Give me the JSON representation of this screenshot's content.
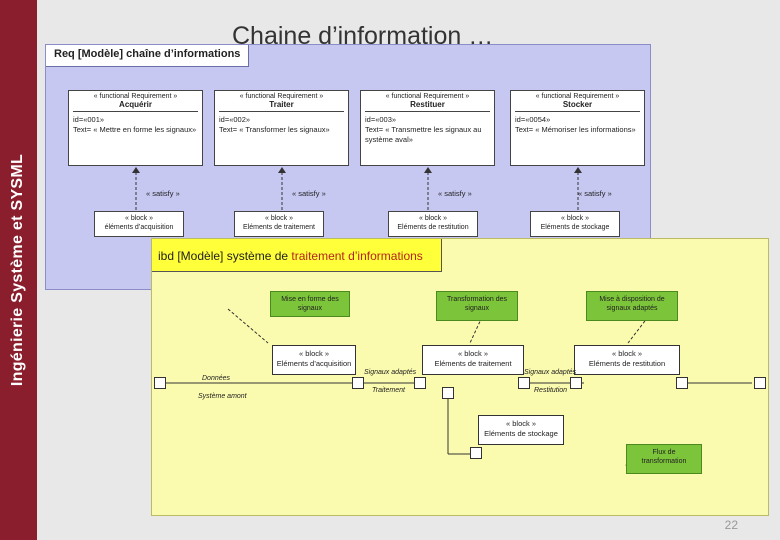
{
  "sidebar": {
    "text": "Ingénierie Système et SYSML"
  },
  "slide": {
    "title": "Chaine d’information …",
    "page_number": "22"
  },
  "req_diagram": {
    "title": "Req [Modèle] chaîne d’informations",
    "requirements": [
      {
        "stereotype": "« functional Requirement »",
        "name": "Acquérir",
        "id": "id=«001»",
        "text": "Text= « Mettre en forme les signaux»"
      },
      {
        "stereotype": "« functional Requirement »",
        "name": "Traiter",
        "id": "id=«002»",
        "text": "Text= « Transformer les signaux»"
      },
      {
        "stereotype": "« functional Requirement »",
        "name": "Restituer",
        "id": "id=«003»",
        "text": "Text= « Transmettre les signaux au système aval»"
      },
      {
        "stereotype": "« functional Requirement »",
        "name": "Stocker",
        "id": "id=«0054»",
        "text": "Text= « Mémoriser les informations»"
      }
    ],
    "satisfy_label": "« satisfy »",
    "blocks": [
      {
        "stereotype": "« block »",
        "name": "éléments d’acquisition"
      },
      {
        "stereotype": "« block »",
        "name": "Eléments de traitement"
      },
      {
        "stereotype": "« block »",
        "name": "Eléments de restitution"
      },
      {
        "stereotype": "« block »",
        "name": "Eléments de stockage"
      }
    ]
  },
  "ibd": {
    "title_prefix": "ibd [Modèle] système de ",
    "title_highlight": "traitement d’informations",
    "green_notes": [
      "Mise en forme des signaux",
      "Transformation des signaux",
      "Mise à disposition de signaux adaptés",
      "Flux de transformation"
    ],
    "blocks": [
      {
        "stereotype": "« block »",
        "name": "Eléments d’acquisition"
      },
      {
        "stereotype": "« block »",
        "name": "Eléments de traitement"
      },
      {
        "stereotype": "« block »",
        "name": "Eléments de restitution"
      },
      {
        "stereotype": "« block »",
        "name": "Eléments de stockage"
      }
    ],
    "flow_labels": {
      "donnees": "Données",
      "systeme_amont": "Système amont",
      "signaux_adaptes_1": "Signaux adaptés",
      "traitement": "Traitement",
      "signaux_adaptes_2": "Signaux adaptés",
      "restitution": "Restitution"
    }
  }
}
